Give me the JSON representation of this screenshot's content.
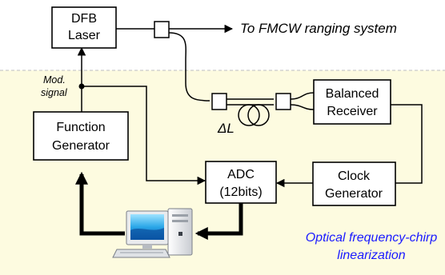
{
  "colors": {
    "background_panel": "#fdfbe0",
    "caption": "#1a1aff",
    "stroke": "#000000"
  },
  "boxes": {
    "dfb_laser": [
      "DFB",
      "Laser"
    ],
    "function_generator": [
      "Function",
      "Generator"
    ],
    "adc": [
      "ADC",
      "(12bits)"
    ],
    "clock_generator": [
      "Clock",
      "Generator"
    ],
    "balanced_receiver": [
      "Balanced",
      "Receiver"
    ]
  },
  "labels": {
    "to_fmcw": "To FMCW ranging system",
    "mod_signal": [
      "Mod.",
      "signal"
    ],
    "delta_l": "ΔL",
    "caption": [
      "Optical frequency-chirp",
      "linearization"
    ]
  },
  "icons": [
    "computer-icon",
    "fiber-coupler-icon",
    "fiber-delay-coil-icon"
  ]
}
